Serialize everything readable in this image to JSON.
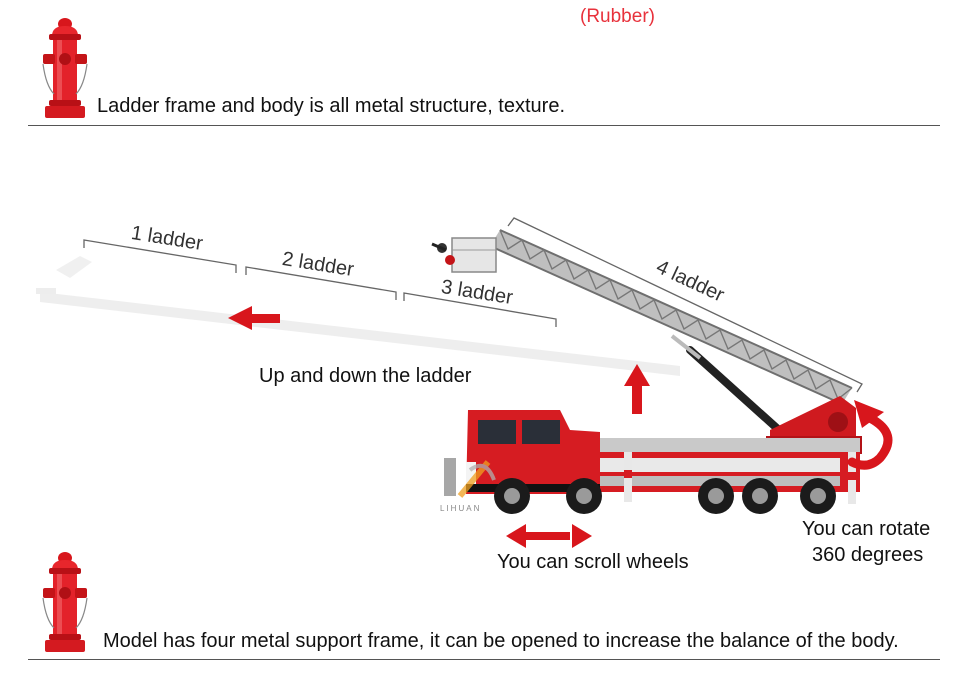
{
  "header": {
    "rubber_note": "(Rubber)"
  },
  "feature_1": {
    "icon": "fire-hydrant-icon",
    "text": "Ladder frame and body is all metal structure, texture."
  },
  "diagram": {
    "ladder_labels": [
      "1 ladder",
      "2 ladder",
      "3 ladder",
      "4 ladder"
    ],
    "captions": {
      "up_down": "Up and down the ladder",
      "scroll_wheels": "You can scroll wheels",
      "rotate_line1": "You can rotate",
      "rotate_line2": "360 degrees"
    },
    "watermark": "LIHUAN",
    "colors": {
      "arrow_red": "#d8161c",
      "truck_red": "#cf1a1f",
      "ladder_grey": "#9a9a9a"
    }
  },
  "feature_2": {
    "icon": "fire-hydrant-icon",
    "text": "Model has four metal support frame, it can be opened to increase the balance of the body."
  }
}
